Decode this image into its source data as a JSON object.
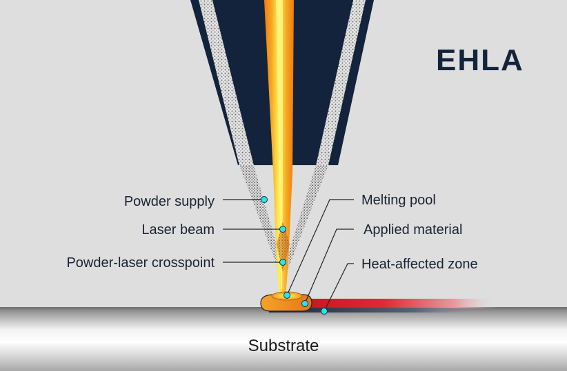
{
  "title": "EHLA",
  "labels": {
    "powder_supply": "Powder supply",
    "laser_beam": "Laser beam",
    "crosspoint": "Powder-laser crosspoint",
    "melting_pool": "Melting pool",
    "applied_material": "Applied material",
    "heat_zone": "Heat-affected zone",
    "substrate": "Substrate"
  },
  "colors": {
    "nozzle": "#13233b",
    "background": "#dedede",
    "laser_core": "#ffe94a",
    "laser_edge": "#f08a1a",
    "marker": "#2ee3e8",
    "heat_zone": "#d8232a"
  }
}
